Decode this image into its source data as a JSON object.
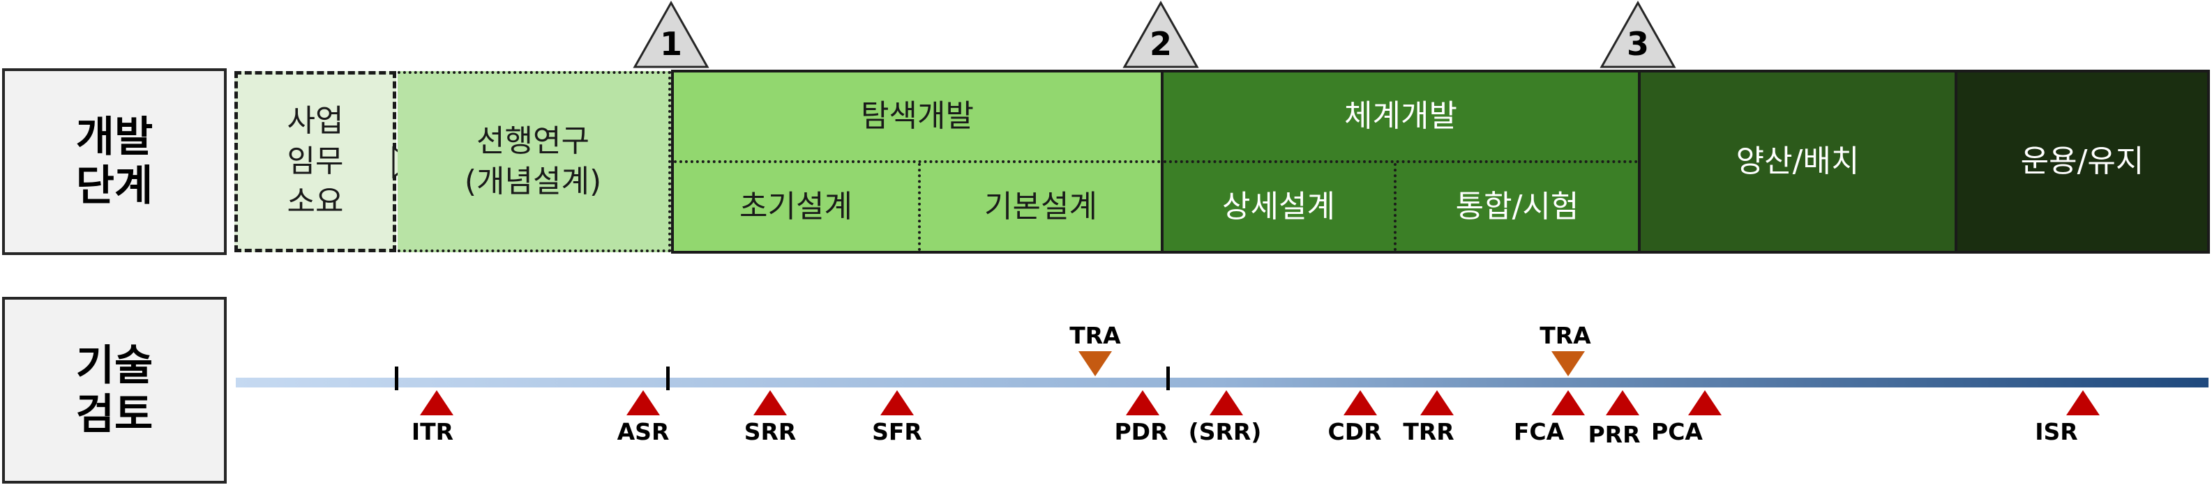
{
  "rows": {
    "phases_label": "개발\n단계",
    "reviews_label": "기술\n검토"
  },
  "phases": {
    "pre": "사업\n임무\n소요",
    "prior_research": "선행연구\n(개념설계)",
    "exploratory": "탐색개발",
    "initial_design": "초기설계",
    "basic_design": "기본설계",
    "system_dev": "체계개발",
    "detailed_design": "상세설계",
    "integration_test": "통합/시험",
    "production": "양산/배치",
    "operation": "운용/유지"
  },
  "milestones": [
    "1",
    "2",
    "3"
  ],
  "reviews": {
    "below": [
      "ITR",
      "ASR",
      "SRR",
      "SFR",
      "PDR",
      "(SRR)",
      "CDR",
      "TRR",
      "FCA",
      "PRR",
      "PCA",
      "ISR"
    ],
    "above": [
      "TRA",
      "TRA"
    ]
  },
  "colors": {
    "pre_fill": "#e2f0d9",
    "prior_research_fill": "#b8e3a5",
    "exploratory_fill": "#92d76f",
    "system_dev_fill": "#3b7f26",
    "production_fill": "#2c5a1b",
    "operation_fill": "#1a2e10",
    "timeline_start": "#c5d9f1",
    "timeline_end": "#1f497d",
    "review_marker": "#c00000",
    "tra_marker": "#c55a11"
  }
}
